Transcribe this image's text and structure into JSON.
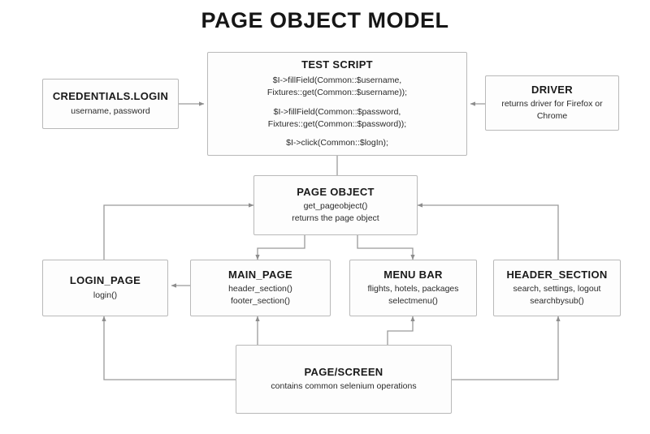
{
  "title": "PAGE OBJECT MODEL",
  "colors": {
    "background": "#ffffff",
    "node_fill": "#fdfdfd",
    "node_border": "#b9b9b9",
    "wire": "#9a9a9a",
    "text": "#1a1a1a"
  },
  "nodes": {
    "credentials": {
      "heading": "CREDENTIALS.LOGIN",
      "lines": [
        "username, password"
      ]
    },
    "test_script": {
      "heading": "TEST SCRIPT",
      "blocks": [
        [
          "$I->fillField(Common::$username,",
          "Fixtures::get(Common::$username));"
        ],
        [
          "$I->fillField(Common::$password,",
          "Fixtures::get(Common::$password));"
        ],
        [
          "$I->click(Common::$logIn);"
        ]
      ]
    },
    "driver": {
      "heading": "DRIVER",
      "lines": [
        "returns driver for Firefox or",
        "Chrome"
      ]
    },
    "page_object": {
      "heading": "PAGE OBJECT",
      "lines": [
        "get_pageobject()",
        "returns the page object"
      ]
    },
    "login_page": {
      "heading": "LOGIN_PAGE",
      "lines": [
        "login()"
      ]
    },
    "main_page": {
      "heading": "MAIN_PAGE",
      "lines": [
        "header_section()",
        "footer_section()"
      ]
    },
    "menu_bar": {
      "heading": "MENU BAR",
      "lines": [
        "flights, hotels, packages",
        "selectmenu()"
      ]
    },
    "header_section": {
      "heading": "HEADER_SECTION",
      "lines": [
        "search, settings, logout",
        "searchbysub()"
      ]
    },
    "page_screen": {
      "heading": "PAGE/SCREEN",
      "lines": [
        "contains common selenium operations"
      ]
    }
  },
  "edges": [
    {
      "name": "credentials-to-test-script",
      "from": "credentials",
      "to": "test_script",
      "arrow": "to"
    },
    {
      "name": "driver-to-test-script",
      "from": "driver",
      "to": "test_script",
      "arrow": "to"
    },
    {
      "name": "test-script-to-page-object",
      "from": "test_script",
      "to": "page_object",
      "arrow": "none"
    },
    {
      "name": "page-object-to-main-page",
      "from": "page_object",
      "to": "main_page",
      "arrow": "to"
    },
    {
      "name": "page-object-to-menu-bar",
      "from": "page_object",
      "to": "menu_bar",
      "arrow": "to"
    },
    {
      "name": "login-page-to-page-object",
      "from": "login_page",
      "to": "page_object",
      "arrow": "to"
    },
    {
      "name": "header-section-to-page-object",
      "from": "header_section",
      "to": "page_object",
      "arrow": "to"
    },
    {
      "name": "main-page-to-login-page",
      "from": "main_page",
      "to": "login_page",
      "arrow": "to"
    },
    {
      "name": "page-screen-to-login-page",
      "from": "page_screen",
      "to": "login_page",
      "arrow": "to"
    },
    {
      "name": "page-screen-to-main-page",
      "from": "page_screen",
      "to": "main_page",
      "arrow": "to"
    },
    {
      "name": "page-screen-to-menu-bar",
      "from": "page_screen",
      "to": "menu_bar",
      "arrow": "to"
    },
    {
      "name": "page-screen-to-header-section",
      "from": "page_screen",
      "to": "header_section",
      "arrow": "to"
    }
  ]
}
